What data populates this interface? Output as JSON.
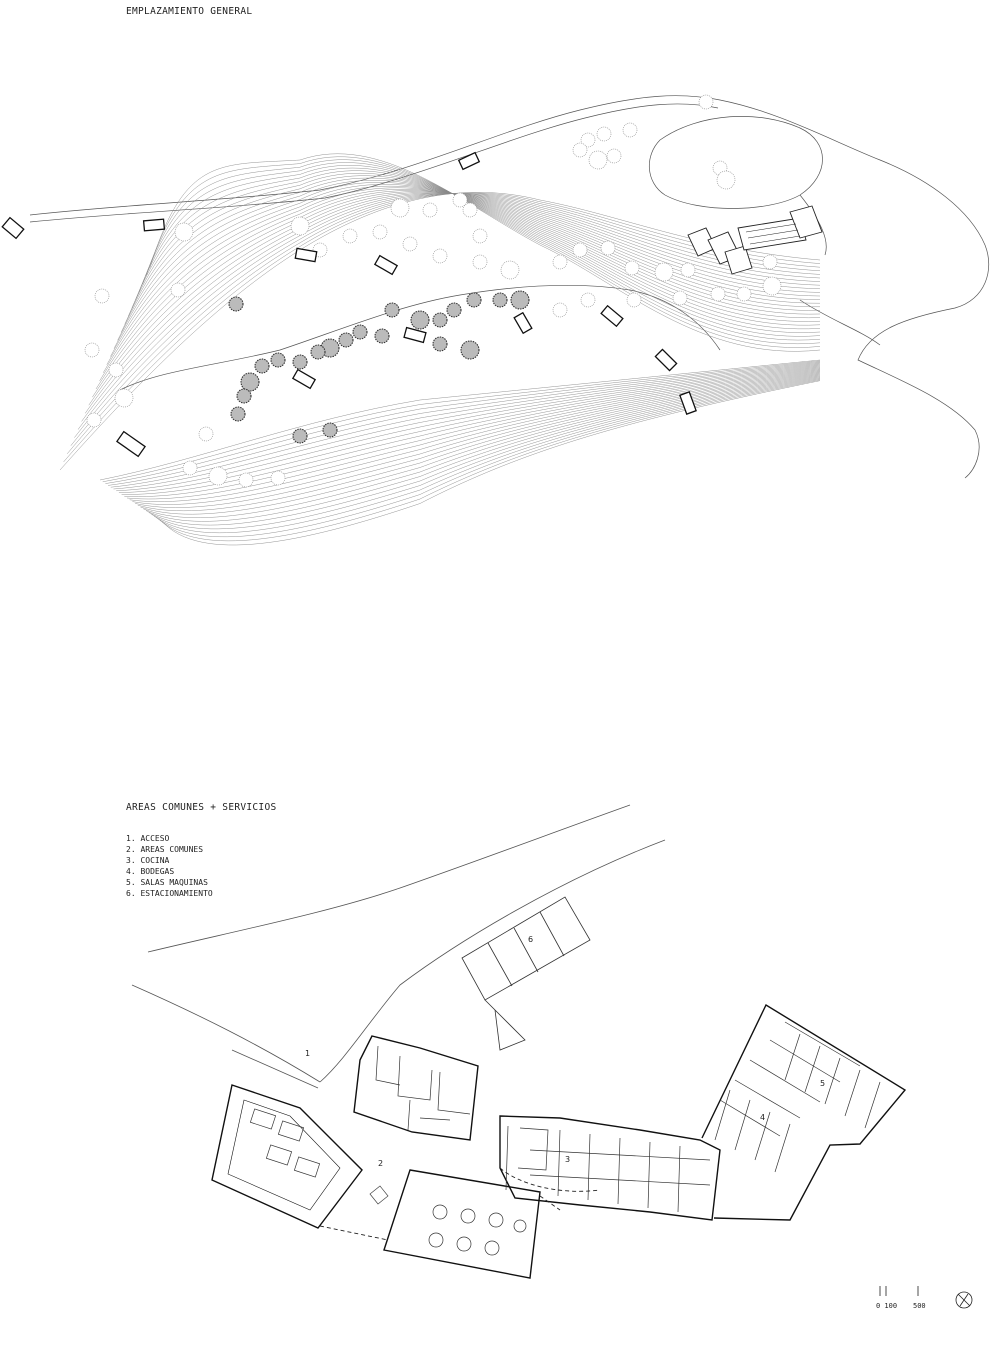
{
  "site_plan": {
    "title": "EMPLAZAMIENTO GENERAL"
  },
  "floor_plan": {
    "title": "AREAS COMUNES + SERVICIOS",
    "legend": [
      "1. ACCESO",
      "2. AREAS COMUNES",
      "3. COCINA",
      "4. BODEGAS",
      "5. SALAS MAQUINAS",
      "6. ESTACIONAMIENTO"
    ],
    "zone_numbers": [
      "1",
      "2",
      "3",
      "4",
      "5",
      "6"
    ]
  },
  "scale_bar": {
    "left_label": "0 100",
    "right_label": "500"
  },
  "icons": {
    "north": "north-arrow-icon"
  }
}
